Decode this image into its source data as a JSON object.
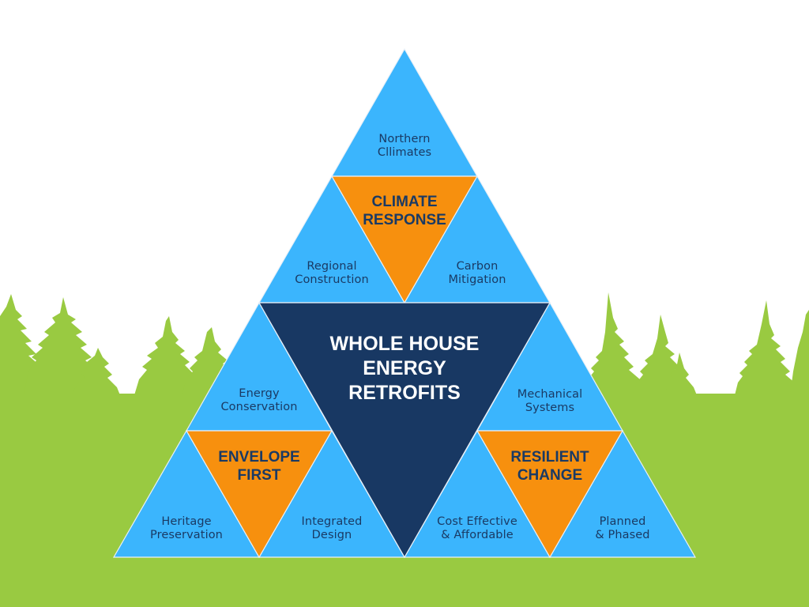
{
  "colors": {
    "background": "#ffffff",
    "ground": "#99ca41",
    "tree": "#99ca41",
    "segment": "#3bb5fd",
    "pillar": "#f7900e",
    "center": "#183863",
    "label_text": "#1a3a64",
    "center_text": "#ffffff",
    "outline": "#e8f0f8"
  },
  "center": {
    "title_lines": [
      "WHOLE HOUSE",
      "ENERGY",
      "RETROFITS"
    ]
  },
  "pillars": {
    "top": {
      "lines": [
        "CLIMATE",
        "RESPONSE"
      ]
    },
    "left": {
      "lines": [
        "ENVELOPE",
        "FIRST"
      ]
    },
    "right": {
      "lines": [
        "RESILIENT",
        "CHANGE"
      ]
    }
  },
  "segments": {
    "top_apex": {
      "lines": [
        "Northern",
        "Cllimates"
      ]
    },
    "top_left": {
      "lines": [
        "Regional",
        "Construction"
      ]
    },
    "top_right": {
      "lines": [
        "Carbon",
        "Mitigation"
      ]
    },
    "left_apex": {
      "lines": [
        "Energy",
        "Conservation"
      ]
    },
    "left_left": {
      "lines": [
        "Heritage",
        "Preservation"
      ]
    },
    "left_right": {
      "lines": [
        "Integrated",
        "Design"
      ]
    },
    "right_apex": {
      "lines": [
        "Mechanical",
        "Systems"
      ]
    },
    "right_left": {
      "lines": [
        "Cost Effective",
        "& Affordable"
      ]
    },
    "right_right": {
      "lines": [
        "Planned",
        "& Phased"
      ]
    }
  }
}
